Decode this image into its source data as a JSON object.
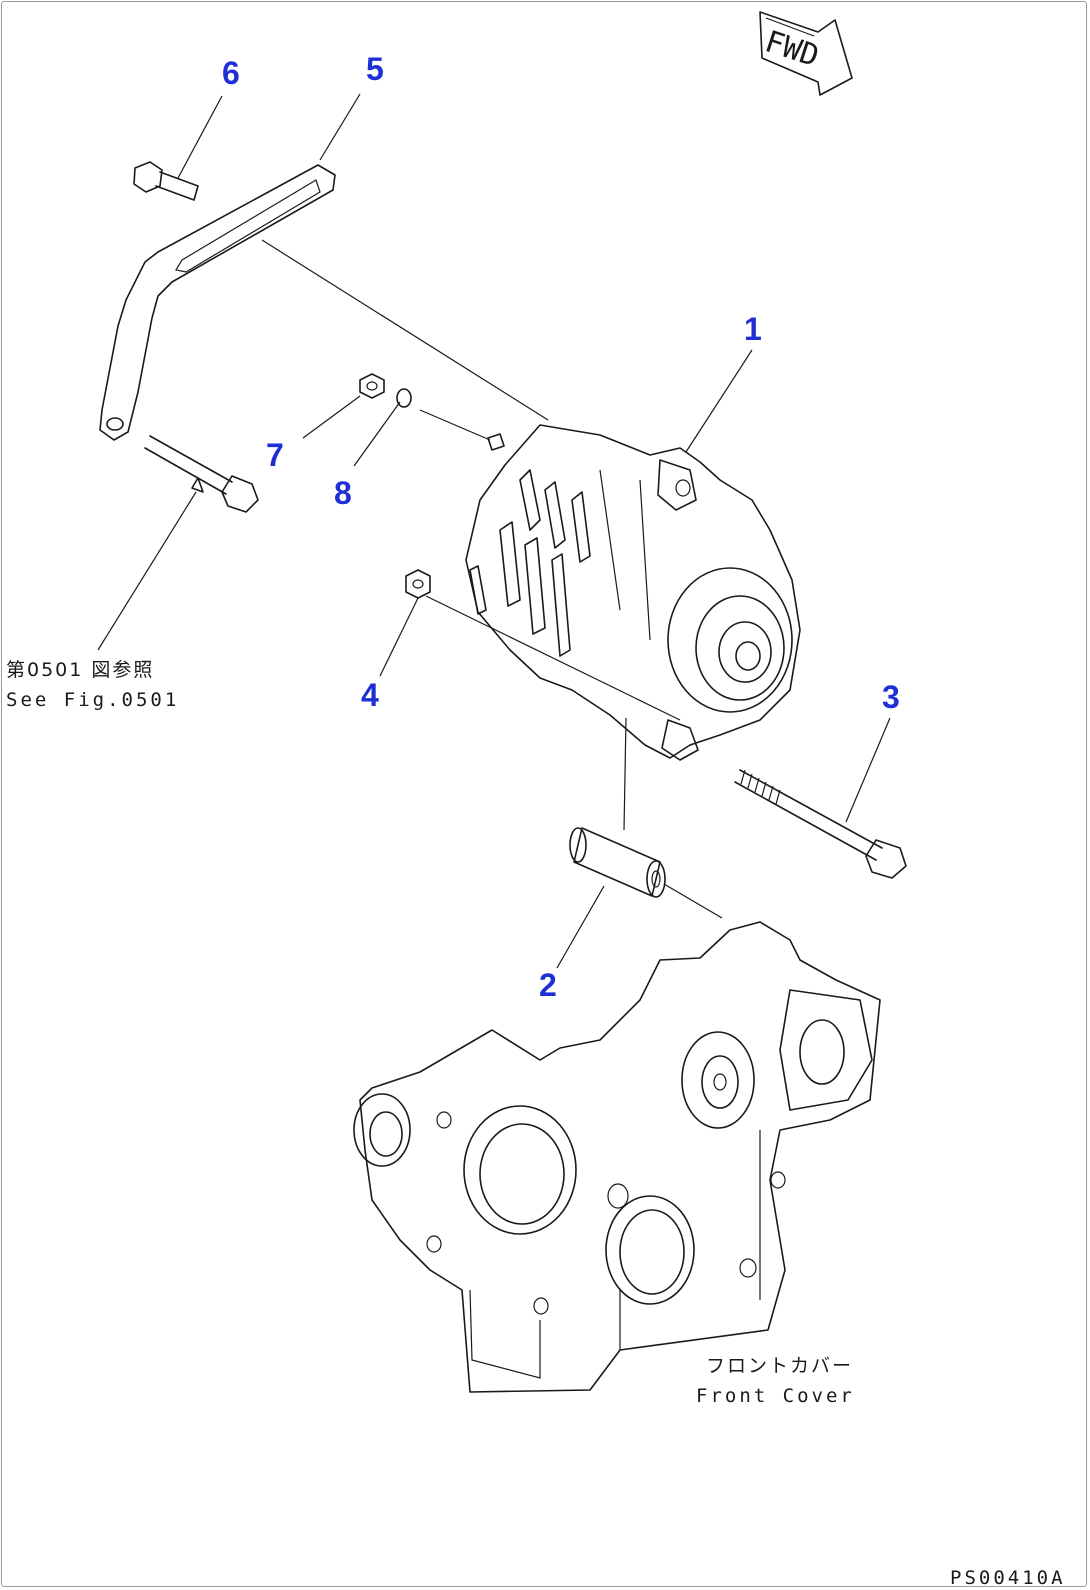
{
  "fwd_label": "FWD",
  "callouts": [
    {
      "num": "1",
      "part": "alternator"
    },
    {
      "num": "2",
      "part": "spacer"
    },
    {
      "num": "3",
      "part": "long-bolt"
    },
    {
      "num": "4",
      "part": "nut"
    },
    {
      "num": "5",
      "part": "adjust-bracket"
    },
    {
      "num": "6",
      "part": "bracket-bolt"
    },
    {
      "num": "7",
      "part": "nut"
    },
    {
      "num": "8",
      "part": "washer"
    }
  ],
  "reference_note": {
    "jp": "第0501 図参照",
    "en": "See Fig.0501"
  },
  "front_cover": {
    "jp": "フロントカバー",
    "en": "Front Cover"
  },
  "drawing_code": "PS00410A"
}
